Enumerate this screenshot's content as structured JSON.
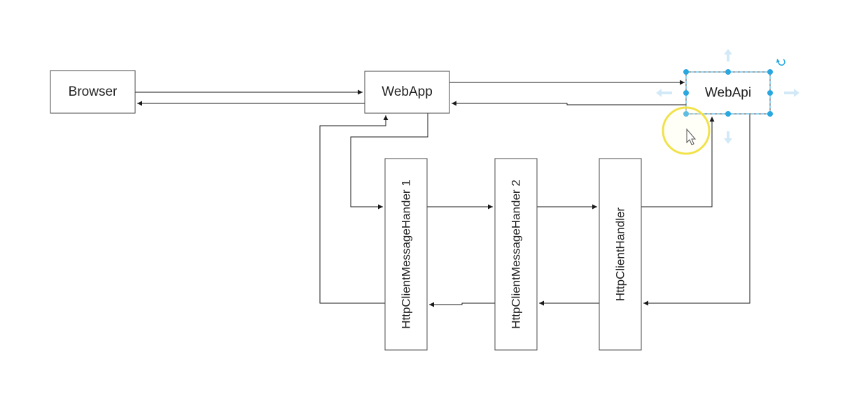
{
  "nodes": {
    "browser": {
      "label": "Browser"
    },
    "webapp": {
      "label": "WebApp"
    },
    "webapi": {
      "label": "WebApi",
      "selected": true
    },
    "handler1": {
      "label": "HttpClientMessageHander 1"
    },
    "handler2": {
      "label": "HttpClientMessageHander 2"
    },
    "handler3": {
      "label": "HttpClientHandler"
    }
  },
  "icons": {
    "selection": "selection-handle-icon",
    "rotate": "rotate-icon",
    "cursor": "mouse-pointer-icon",
    "cursor_highlight": "cursor-highlight-circle"
  },
  "colors": {
    "selection": "#29a8e0",
    "hover_arrow": "#bfe0f2",
    "cursor_ring": "#f1e24a",
    "stroke": "#1a1a1a"
  }
}
